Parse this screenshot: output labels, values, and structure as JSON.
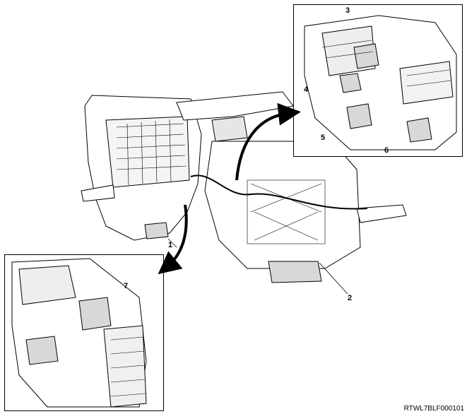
{
  "callouts": {
    "c1": "1",
    "c2": "2",
    "c3": "3",
    "c4": "4",
    "c5": "5",
    "c6": "6",
    "c7": "7"
  },
  "figure_code": "RTWL7BLF000101",
  "icons": {
    "arrow_to_top_inset": "curved-arrow-icon",
    "arrow_to_bottom_inset": "curved-arrow-icon"
  },
  "colors": {
    "line": "#000000",
    "background": "#ffffff",
    "shade": "#d8d8d8",
    "dark": "#333333"
  }
}
